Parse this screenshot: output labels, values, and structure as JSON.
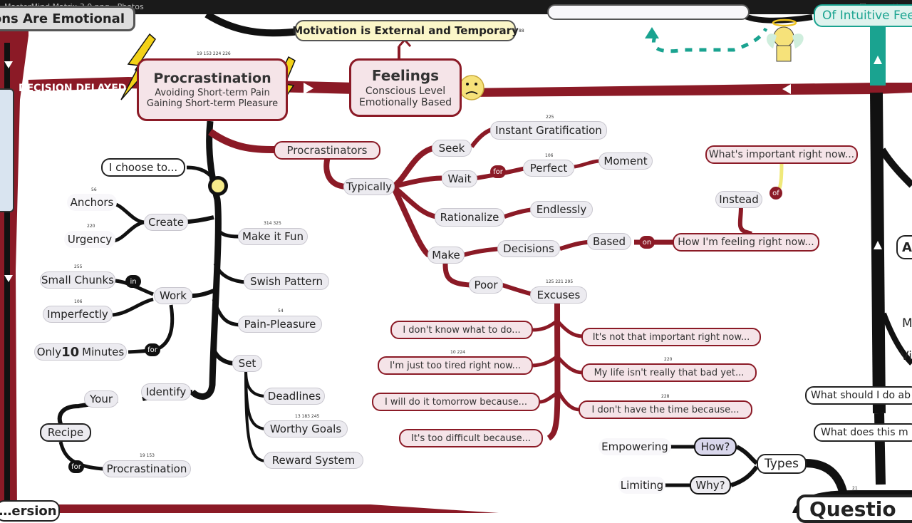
{
  "window": {
    "title": "MasterMind Matrix 3.0.png - Photos",
    "buttons": [
      "—",
      "☐",
      "✕"
    ]
  },
  "top_cut": {
    "left": "…ons Are Emotional",
    "right": "Of Intuitive Feel"
  },
  "motivation": "Motivation is External and Temporary",
  "decision_delayed": "DECISION DELAYED",
  "procrastination": {
    "title": "Procrastination",
    "line1": "Avoiding Short-term Pain",
    "line2": "Gaining Short-term Pleasure",
    "refs": "19 153 224 226"
  },
  "feelings": {
    "title": "Feelings",
    "line1": "Conscious Level",
    "line2": "Emotionally Based"
  },
  "procrastinators": "Procrastinators",
  "typically": "Typically",
  "seek": "Seek",
  "instant_gratification": "Instant Gratification",
  "wait": "Wait",
  "for1": "for",
  "perfect": "Perfect",
  "moment": "Moment",
  "rationalize": "Rationalize",
  "endlessly": "Endlessly",
  "make": "Make",
  "decisions": "Decisions",
  "based": "Based",
  "on": "on",
  "how_feeling": "How I'm feeling right now...",
  "whats_important": "What's important right now...",
  "instead": "Instead",
  "of": "of",
  "poor": "Poor",
  "excuses": "Excuses",
  "excuse_left": [
    "I don't know what to do...",
    "I'm just too tired right now...",
    "I will do it tomorrow because...",
    "It's too difficult because..."
  ],
  "excuse_right": [
    "It's not that important right now...",
    "My life isn't really that bad yet...",
    "I don't have the time because..."
  ],
  "i_choose": "I choose to...",
  "create": "Create",
  "anchors": "Anchors",
  "urgency": "Urgency",
  "make_it_fun": "Make it Fun",
  "swish": "Swish Pattern",
  "pain_pleasure": "Pain-Pleasure",
  "work": "Work",
  "small_chunks": "Small Chunks",
  "in": "in",
  "imperfectly": "Imperfectly",
  "only_prefix": "Only",
  "only_num": "10",
  "only_suffix": "Minutes",
  "for2": "for",
  "set": "Set",
  "deadlines": "Deadlines",
  "worthy_goals": "Worthy Goals",
  "reward_system": "Reward System",
  "identify": "Identify",
  "your": "Your",
  "recipe": "Recipe",
  "for3": "for",
  "procrastination2": "Procrastination",
  "types": "Types",
  "how_q": "How?",
  "why_q": "Why?",
  "empowering": "Empowering",
  "limiting": "Limiting",
  "what_should": "What should I do ab",
  "what_does": "What does this m",
  "bottom_left": "…ersion",
  "bottom_right": "Questio",
  "right_edge": [
    "A",
    "M",
    "Vi"
  ],
  "refs": [
    "88",
    "225",
    "106",
    "56",
    "220",
    "314 325",
    "255",
    "106",
    "54",
    "125 221 295",
    "10 224",
    "220",
    "228",
    "13 183 245",
    "19 153",
    "21"
  ],
  "colors": {
    "accent": "#8b1a26",
    "pink": "#f5e4e8",
    "gray": "#ecebf0",
    "teal": "#1aa390"
  }
}
